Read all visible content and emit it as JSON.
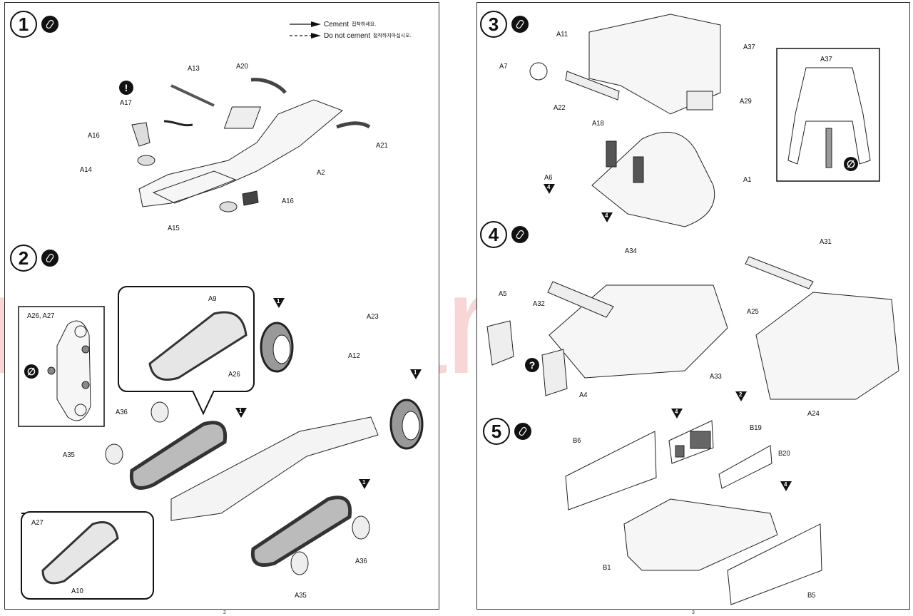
{
  "watermark": "modelartikl.cz",
  "legend": {
    "cement": {
      "en": "Cement",
      "kr": "접착하세요."
    },
    "no_cement": {
      "en": "Do not cement",
      "kr": "접착하지마십시오."
    }
  },
  "steps": [
    {
      "number": "1",
      "icon": "cement-bottle-icon",
      "parts": [
        "A13",
        "A20",
        "A17",
        "A16",
        "A21",
        "A14",
        "A2",
        "A16",
        "A15"
      ],
      "warning_icon": "exclamation-icon"
    },
    {
      "number": "2",
      "icon": "cement-bottle-icon",
      "parts": [
        "A9",
        "A26, A27",
        "A23",
        "A12",
        "A26",
        "A36",
        "A35",
        "A27",
        "A10",
        "A36",
        "A35"
      ],
      "refs": [
        "1",
        "1",
        "1",
        "1"
      ]
    },
    {
      "number": "3",
      "icon": "cement-bottle-icon",
      "parts": [
        "A11",
        "A37",
        "A7",
        "A22",
        "A29",
        "A18",
        "A6",
        "A1"
      ],
      "inset_part": "A37",
      "refs": [
        "4",
        "4"
      ]
    },
    {
      "number": "4",
      "icon": "cement-bottle-icon",
      "parts": [
        "A34",
        "A31",
        "A5",
        "A32",
        "A25",
        "A33",
        "A4",
        "A24"
      ],
      "question_icon": "question-icon",
      "refs": [
        "2"
      ]
    },
    {
      "number": "5",
      "icon": "cement-bottle-icon",
      "parts": [
        "B6",
        "B19",
        "B20",
        "B1",
        "B5"
      ],
      "refs": [
        "4",
        "4"
      ]
    }
  ],
  "page_numbers": [
    "2",
    "3"
  ]
}
